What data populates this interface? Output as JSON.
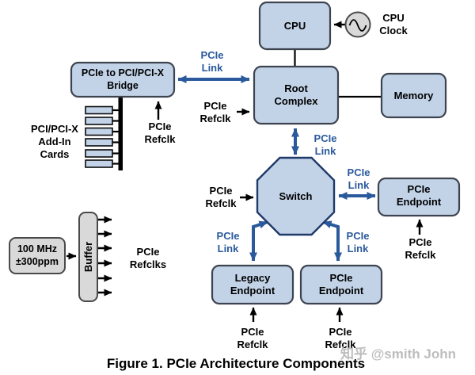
{
  "figure": {
    "caption": "Figure 1. PCIe Architecture Components"
  },
  "watermark": "知乎 @smith John",
  "colors": {
    "node_fill": "#c2d3e8",
    "node_border": "#3d4450",
    "octagon_border": "#1f3a68",
    "link_blue": "#2a599c",
    "gray_fill": "#d9d9d9",
    "gray_border": "#4a4a4a",
    "text_black": "#000000",
    "watermark_gray": "#bdbdbd"
  },
  "nodes": {
    "cpu": {
      "label": "CPU"
    },
    "cpu_clock": {
      "label1": "CPU",
      "label2": "Clock"
    },
    "root_complex": {
      "label1": "Root",
      "label2": "Complex"
    },
    "memory": {
      "label": "Memory"
    },
    "bridge": {
      "label1": "PCIe to PCI/PCI-X",
      "label2": "Bridge"
    },
    "addin_cards": {
      "label1": "PCI/PCI-X",
      "label2": "Add-In",
      "label3": "Cards"
    },
    "switch": {
      "label": "Switch"
    },
    "pcie_endpoint_right": {
      "label1": "PCIe",
      "label2": "Endpoint"
    },
    "legacy_endpoint": {
      "label1": "Legacy",
      "label2": "Endpoint"
    },
    "pcie_endpoint_bottom": {
      "label1": "PCIe",
      "label2": "Endpoint"
    },
    "clock_source": {
      "label1": "100 MHz",
      "label2": "±300ppm"
    },
    "buffer": {
      "label": "Buffer"
    }
  },
  "labels": {
    "pcie_link": {
      "line1": "PCIe",
      "line2": "Link"
    },
    "pcie_refclk": {
      "line1": "PCIe",
      "line2": "Refclk"
    },
    "pcie_refclks": {
      "line1": "PCIe",
      "line2": "Refclks"
    }
  }
}
